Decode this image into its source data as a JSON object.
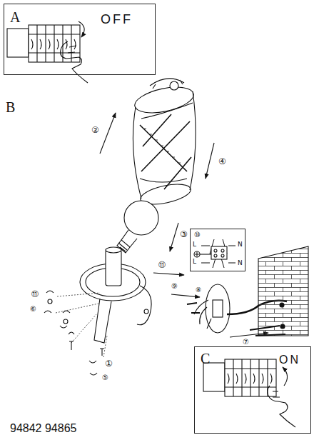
{
  "diagram": {
    "nodes": [
      {
        "text": [
          "A",
          "OFF"
        ]
      },
      {
        "text": [
          "⑩",
          "L",
          "N",
          "L",
          "N"
        ]
      },
      {
        "text": [
          "C",
          "ON"
        ]
      }
    ],
    "labels": [
      "B",
      "②",
      "④",
      "③",
      "⑪",
      "⑨",
      "⑧",
      "⑪",
      "⑥",
      "⑦",
      "①",
      "⑤",
      "94842 94865"
    ]
  }
}
